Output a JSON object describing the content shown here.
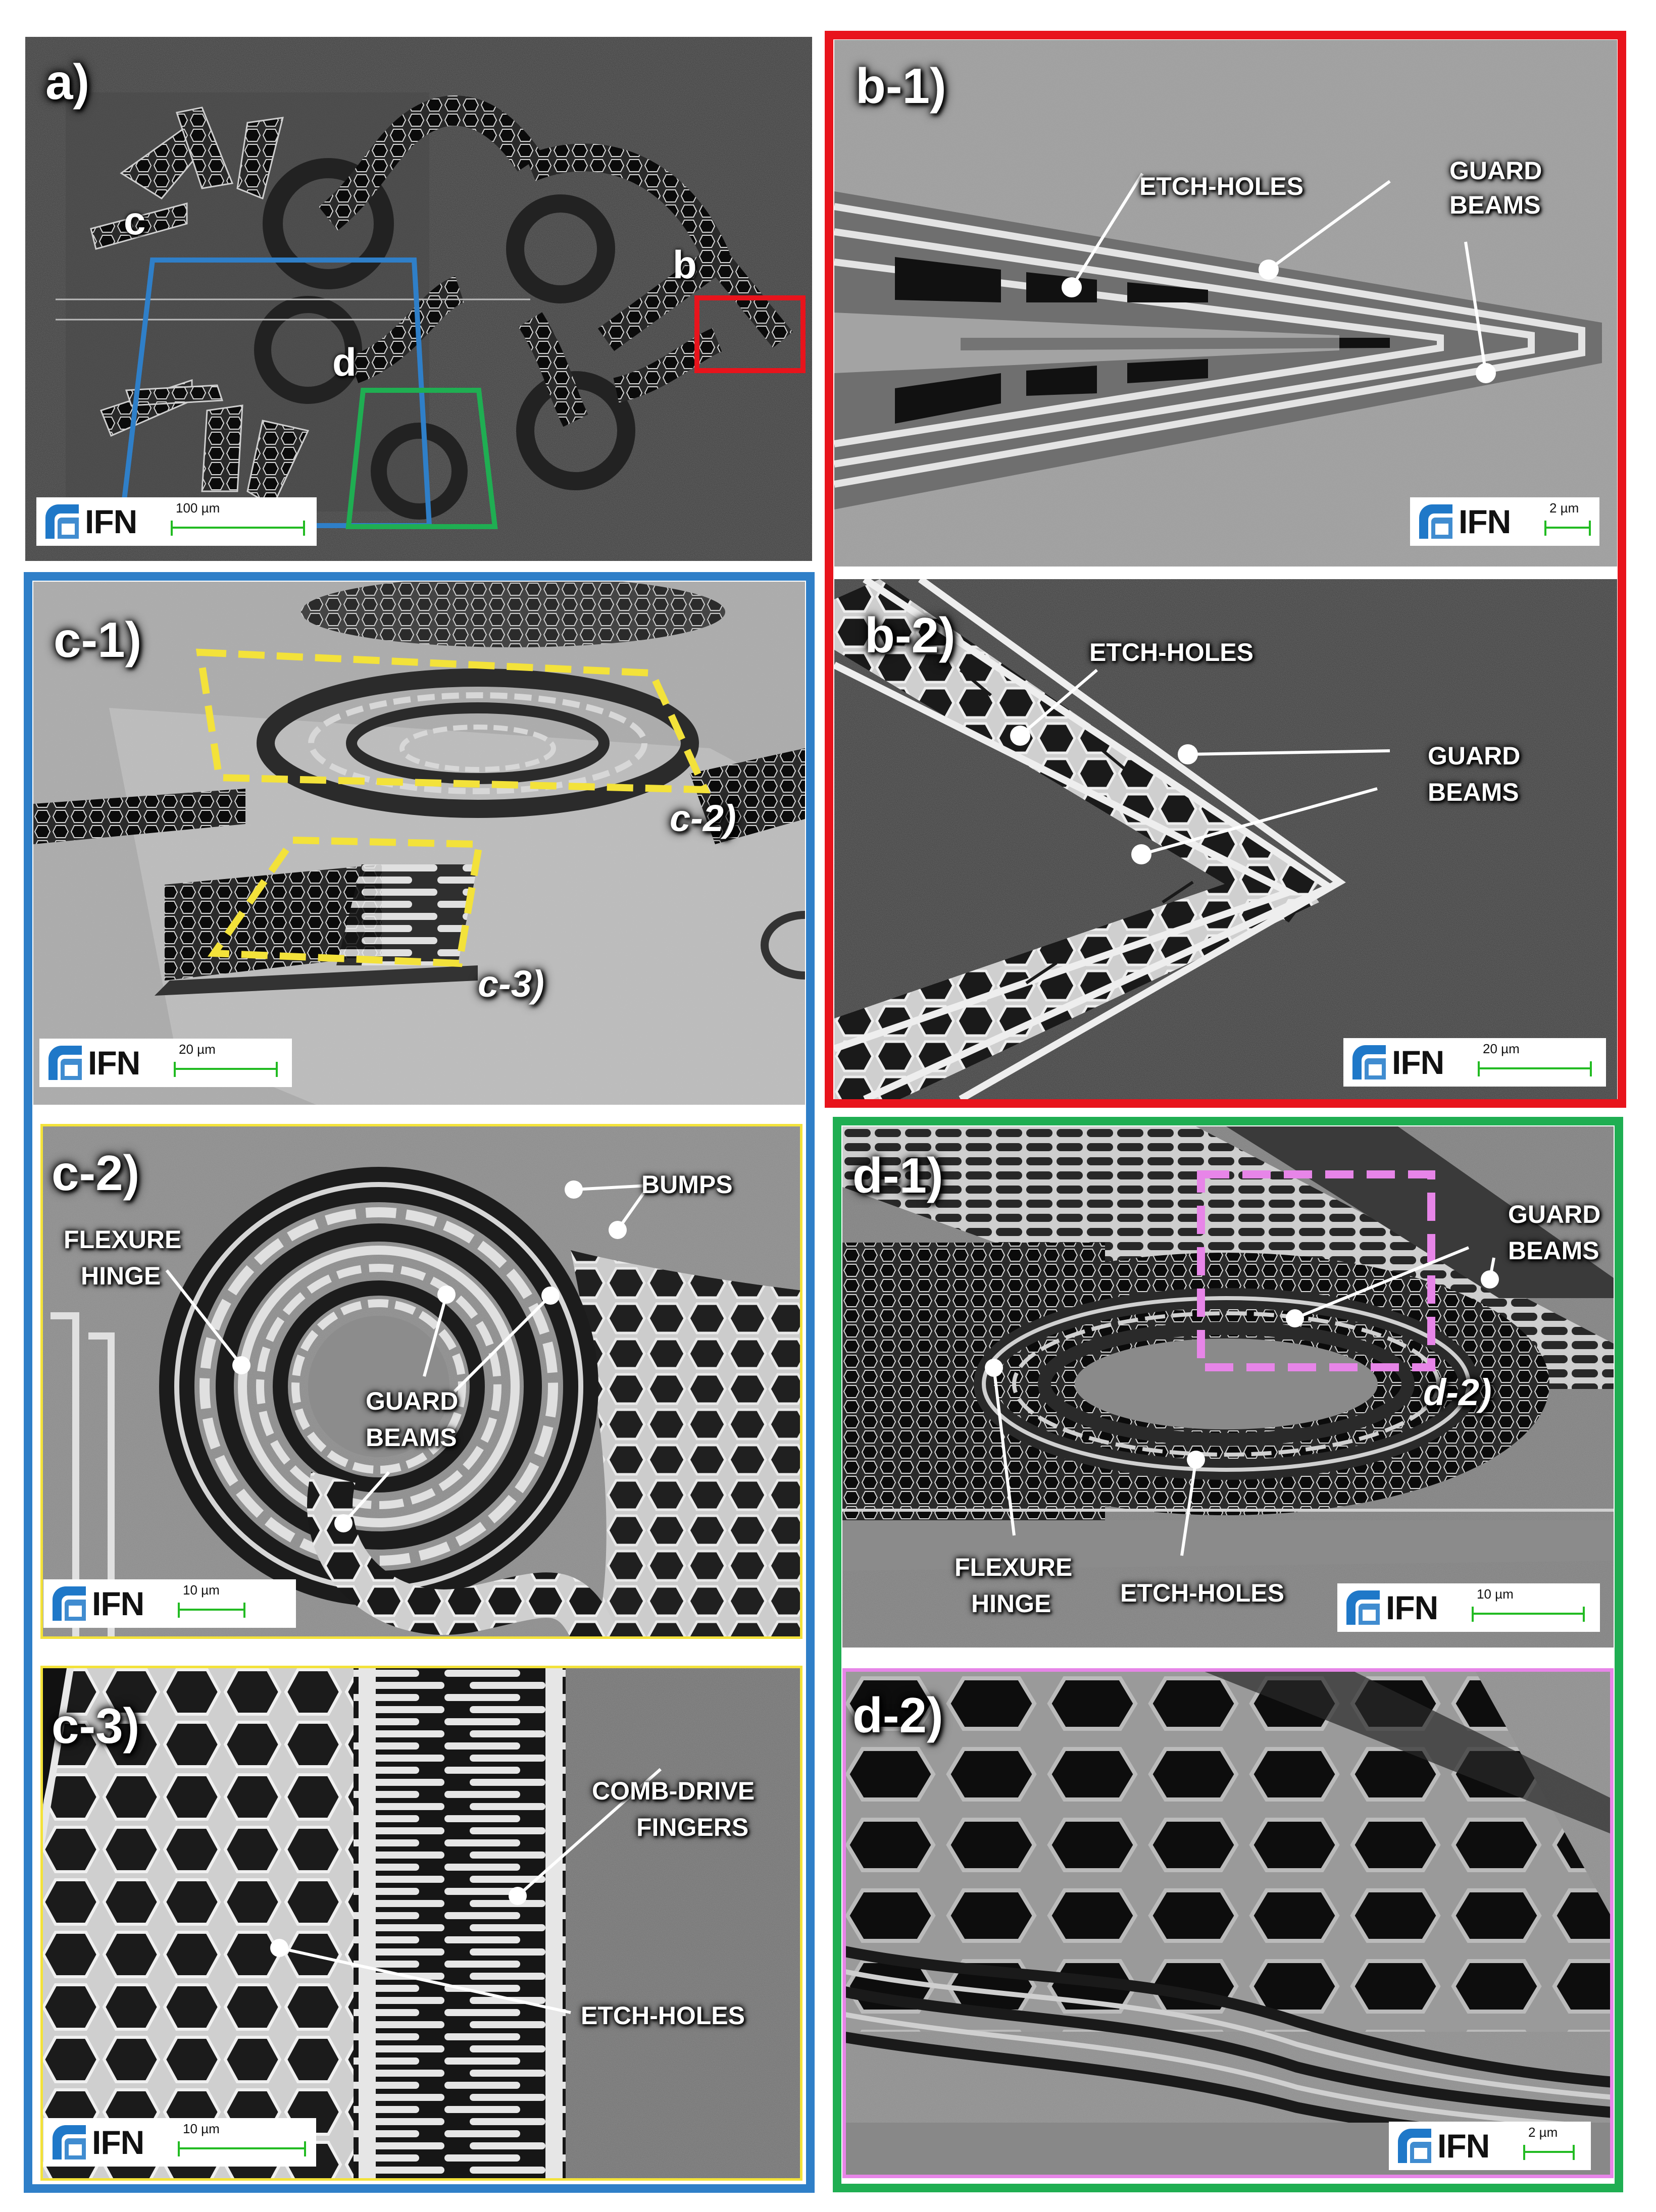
{
  "colors": {
    "red": "#e8141c",
    "blue": "#2f7fc8",
    "green": "#1fae52",
    "yellow": "#f3e23a",
    "pink": "#e785e8",
    "scale_green": "#22bb22",
    "logo_blue": "#1f78c8"
  },
  "logo_text": "IFN",
  "panels": {
    "a": {
      "label": "a)",
      "letters": {
        "c": "c",
        "b": "b",
        "d": "d"
      },
      "scale": "100 µm"
    },
    "b1": {
      "label": "b-1)",
      "etch": "ETCH-HOLES",
      "guard1": "GUARD",
      "guard2": "BEAMS",
      "scale": "2 µm"
    },
    "b2": {
      "label": "b-2)",
      "etch": "ETCH-HOLES",
      "guard1": "GUARD",
      "guard2": "BEAMS",
      "scale": "20 µm"
    },
    "c1": {
      "label": "c-1)",
      "sub2": "c-2)",
      "sub3": "c-3)",
      "scale": "20 µm"
    },
    "c2": {
      "label": "c-2)",
      "bumps": "BUMPS",
      "flex1": "FLEXURE",
      "flex2": "HINGE",
      "guard1": "GUARD",
      "guard2": "BEAMS",
      "scale": "10 µm"
    },
    "c3": {
      "label": "c-3)",
      "comb1": "COMB-DRIVE",
      "comb2": "FINGERS",
      "etch": "ETCH-HOLES",
      "scale": "10 µm"
    },
    "d1": {
      "label": "d-1)",
      "guard1": "GUARD",
      "guard2": "BEAMS",
      "flex1": "FLEXURE",
      "flex2": "HINGE",
      "etch": "ETCH-HOLES",
      "sub2": "d-2)",
      "scale": "10 µm"
    },
    "d2": {
      "label": "d-2)",
      "scale": "2 µm"
    }
  }
}
